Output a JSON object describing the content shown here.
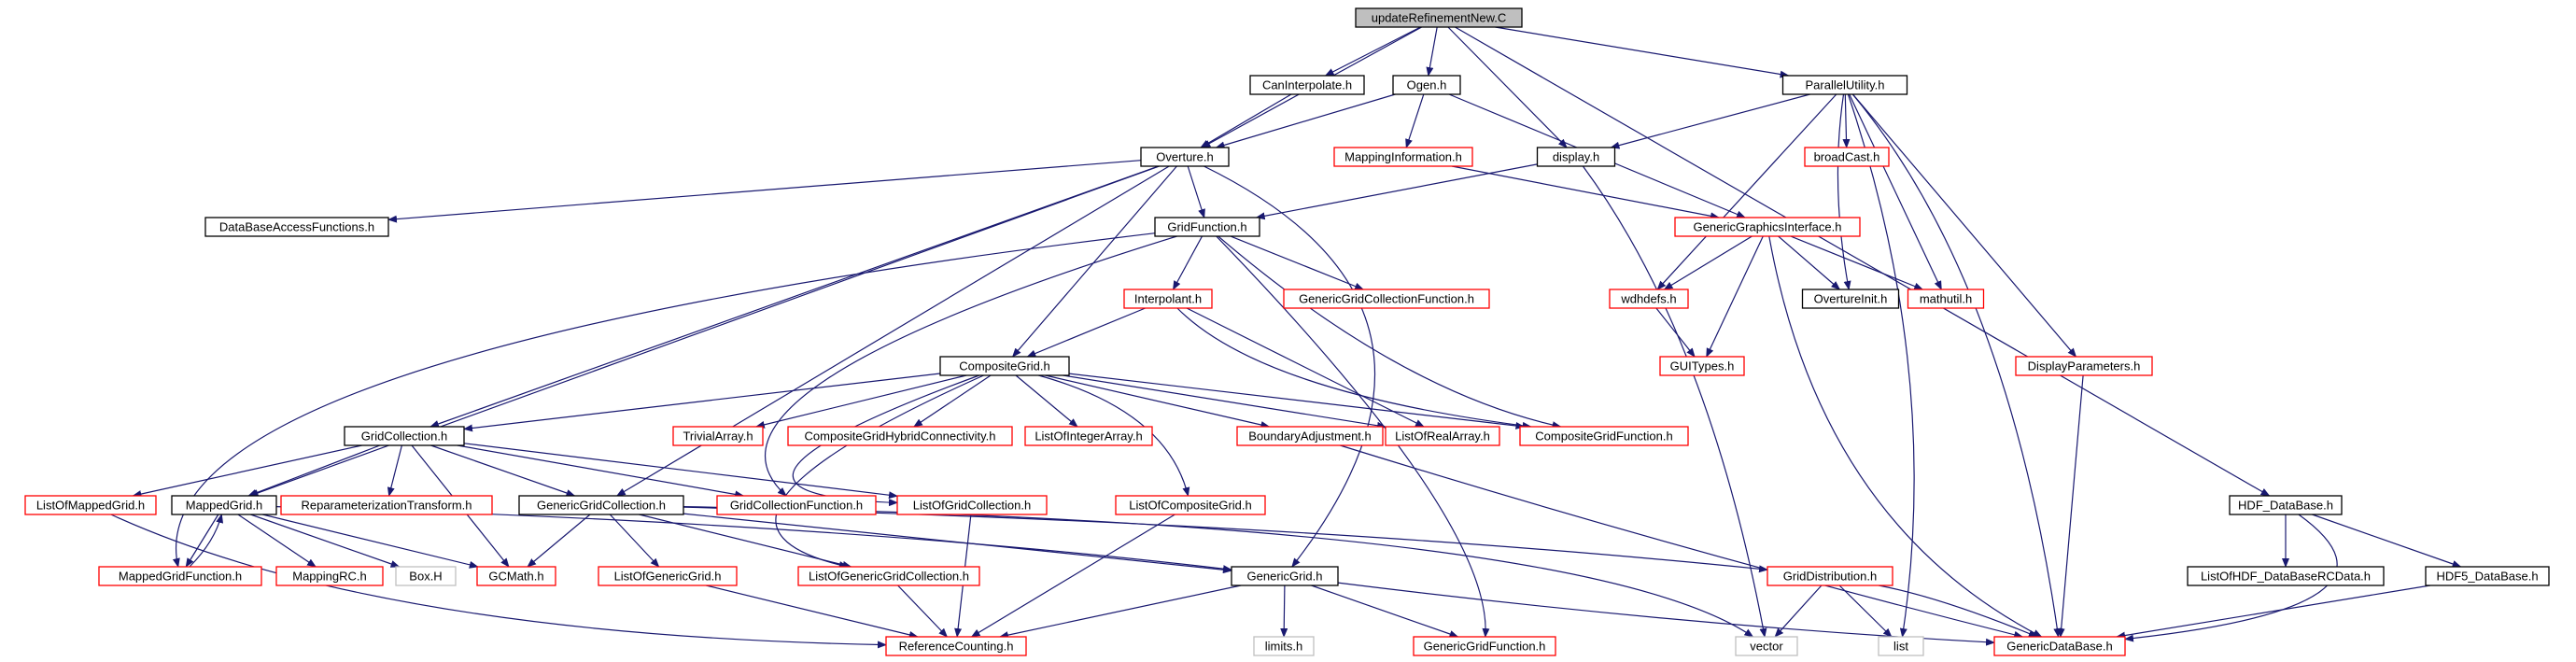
{
  "colors": {
    "edge": "#191970",
    "node_fill": "#ffffff",
    "root_fill": "#bfbfbf",
    "project_border": "#000000",
    "linked_border": "#ff0000",
    "external_border": "#bfbfbf",
    "text": "#000000"
  },
  "nodes": {
    "root": {
      "label": "updateRefinementNew.C",
      "kind": "root"
    },
    "canInterp": {
      "label": "CanInterpolate.h",
      "kind": "project"
    },
    "ogen": {
      "label": "Ogen.h",
      "kind": "project"
    },
    "parUtil": {
      "label": "ParallelUtility.h",
      "kind": "project"
    },
    "overture": {
      "label": "Overture.h",
      "kind": "project"
    },
    "mapInfo": {
      "label": "MappingInformation.h",
      "kind": "linked"
    },
    "display": {
      "label": "display.h",
      "kind": "project"
    },
    "broadCast": {
      "label": "broadCast.h",
      "kind": "linked"
    },
    "dbAccess": {
      "label": "DataBaseAccessFunctions.h",
      "kind": "project"
    },
    "gridFunc": {
      "label": "GridFunction.h",
      "kind": "project"
    },
    "gGraphics": {
      "label": "GenericGraphicsInterface.h",
      "kind": "linked"
    },
    "interpolant": {
      "label": "Interpolant.h",
      "kind": "linked"
    },
    "gGCF": {
      "label": "GenericGridCollectionFunction.h",
      "kind": "linked"
    },
    "wdhdefs": {
      "label": "wdhdefs.h",
      "kind": "linked"
    },
    "ovInit": {
      "label": "OvertureInit.h",
      "kind": "project"
    },
    "mathutil": {
      "label": "mathutil.h",
      "kind": "linked"
    },
    "compGrid": {
      "label": "CompositeGrid.h",
      "kind": "project"
    },
    "guiTypes": {
      "label": "GUITypes.h",
      "kind": "linked"
    },
    "dispParams": {
      "label": "DisplayParameters.h",
      "kind": "linked"
    },
    "gridColl": {
      "label": "GridCollection.h",
      "kind": "project"
    },
    "trivArray": {
      "label": "TrivialArray.h",
      "kind": "linked"
    },
    "cgHybrid": {
      "label": "CompositeGridHybridConnectivity.h",
      "kind": "linked"
    },
    "lIntArr": {
      "label": "ListOfIntegerArray.h",
      "kind": "linked"
    },
    "boundAdj": {
      "label": "BoundaryAdjustment.h",
      "kind": "linked"
    },
    "lRealArr": {
      "label": "ListOfRealArray.h",
      "kind": "linked"
    },
    "compGF": {
      "label": "CompositeGridFunction.h",
      "kind": "linked"
    },
    "lMapGrid": {
      "label": "ListOfMappedGrid.h",
      "kind": "linked"
    },
    "mapGrid": {
      "label": "MappedGrid.h",
      "kind": "project"
    },
    "reparam": {
      "label": "ReparameterizationTransform.h",
      "kind": "linked"
    },
    "gGridColl": {
      "label": "GenericGridCollection.h",
      "kind": "project"
    },
    "gridCollF": {
      "label": "GridCollectionFunction.h",
      "kind": "linked"
    },
    "lGridColl": {
      "label": "ListOfGridCollection.h",
      "kind": "linked"
    },
    "lCompGrid": {
      "label": "ListOfCompositeGrid.h",
      "kind": "linked"
    },
    "hdfDB": {
      "label": "HDF_DataBase.h",
      "kind": "project"
    },
    "mapGF": {
      "label": "MappedGridFunction.h",
      "kind": "linked"
    },
    "mapRC": {
      "label": "MappingRC.h",
      "kind": "linked"
    },
    "boxH": {
      "label": "Box.H",
      "kind": "external"
    },
    "gcMath": {
      "label": "GCMath.h",
      "kind": "linked"
    },
    "lGenGrid": {
      "label": "ListOfGenericGrid.h",
      "kind": "linked"
    },
    "lGGColl": {
      "label": "ListOfGenericGridCollection.h",
      "kind": "linked"
    },
    "genGrid": {
      "label": "GenericGrid.h",
      "kind": "project"
    },
    "gridDist": {
      "label": "GridDistribution.h",
      "kind": "linked"
    },
    "lHDF": {
      "label": "ListOfHDF_DataBaseRCData.h",
      "kind": "project"
    },
    "hdf5": {
      "label": "HDF5_DataBase.h",
      "kind": "project"
    },
    "refCount": {
      "label": "ReferenceCounting.h",
      "kind": "linked"
    },
    "limits": {
      "label": "limits.h",
      "kind": "external"
    },
    "genGF": {
      "label": "GenericGridFunction.h",
      "kind": "linked"
    },
    "vector": {
      "label": "vector",
      "kind": "external"
    },
    "list": {
      "label": "list",
      "kind": "external"
    },
    "genDB": {
      "label": "GenericDataBase.h",
      "kind": "linked"
    }
  },
  "edges": [
    [
      "root",
      "canInterp"
    ],
    [
      "root",
      "ogen"
    ],
    [
      "root",
      "parUtil"
    ],
    [
      "root",
      "overture"
    ],
    [
      "root",
      "display"
    ],
    [
      "root",
      "hdfDB"
    ],
    [
      "canInterp",
      "overture"
    ],
    [
      "ogen",
      "overture"
    ],
    [
      "ogen",
      "mapInfo"
    ],
    [
      "ogen",
      "gGraphics"
    ],
    [
      "parUtil",
      "display"
    ],
    [
      "parUtil",
      "broadCast"
    ],
    [
      "parUtil",
      "wdhdefs"
    ],
    [
      "parUtil",
      "ovInit"
    ],
    [
      "parUtil",
      "mathutil"
    ],
    [
      "parUtil",
      "dispParams"
    ],
    [
      "parUtil",
      "genDB"
    ],
    [
      "parUtil",
      "list"
    ],
    [
      "overture",
      "dbAccess"
    ],
    [
      "overture",
      "gridFunc"
    ],
    [
      "overture",
      "compGrid"
    ],
    [
      "overture",
      "gridColl"
    ],
    [
      "overture",
      "mapGrid"
    ],
    [
      "overture",
      "gGridColl"
    ],
    [
      "overture",
      "genGrid"
    ],
    [
      "display",
      "gridFunc"
    ],
    [
      "display",
      "vector"
    ],
    [
      "mapInfo",
      "gGraphics"
    ],
    [
      "gridFunc",
      "interpolant"
    ],
    [
      "gridFunc",
      "gGCF"
    ],
    [
      "gridFunc",
      "compGF"
    ],
    [
      "gridFunc",
      "gridCollF"
    ],
    [
      "gridFunc",
      "mapGF"
    ],
    [
      "gridFunc",
      "genGF"
    ],
    [
      "gGraphics",
      "wdhdefs"
    ],
    [
      "gGraphics",
      "ovInit"
    ],
    [
      "gGraphics",
      "mathutil"
    ],
    [
      "gGraphics",
      "guiTypes"
    ],
    [
      "gGraphics",
      "genDB"
    ],
    [
      "wdhdefs",
      "guiTypes"
    ],
    [
      "interpolant",
      "compGrid"
    ],
    [
      "interpolant",
      "lRealArr"
    ],
    [
      "interpolant",
      "compGF"
    ],
    [
      "compGrid",
      "gridColl"
    ],
    [
      "compGrid",
      "trivArray"
    ],
    [
      "compGrid",
      "cgHybrid"
    ],
    [
      "compGrid",
      "lIntArr"
    ],
    [
      "compGrid",
      "boundAdj"
    ],
    [
      "compGrid",
      "lRealArr"
    ],
    [
      "compGrid",
      "compGF"
    ],
    [
      "compGrid",
      "lCompGrid"
    ],
    [
      "compGrid",
      "lGridColl"
    ],
    [
      "compGrid",
      "lGGColl"
    ],
    [
      "dispParams",
      "genDB"
    ],
    [
      "gridColl",
      "lMapGrid"
    ],
    [
      "gridColl",
      "mapGrid"
    ],
    [
      "gridColl",
      "reparam"
    ],
    [
      "gridColl",
      "gGridColl"
    ],
    [
      "gridColl",
      "gridCollF"
    ],
    [
      "gridColl",
      "lGridColl"
    ],
    [
      "gridColl",
      "gcMath"
    ],
    [
      "boundAdj",
      "genDB"
    ],
    [
      "lMapGrid",
      "refCount"
    ],
    [
      "mapGrid",
      "mapGF"
    ],
    [
      "mapGrid",
      "mapRC"
    ],
    [
      "mapGrid",
      "boxH"
    ],
    [
      "mapGrid",
      "gcMath"
    ],
    [
      "mapGrid",
      "genGrid"
    ],
    [
      "mapGF",
      "mapGrid"
    ],
    [
      "gGridColl",
      "gcMath"
    ],
    [
      "gGridColl",
      "lGenGrid"
    ],
    [
      "gGridColl",
      "lGGColl"
    ],
    [
      "gGridColl",
      "genGrid"
    ],
    [
      "gGridColl",
      "gridDist"
    ],
    [
      "gGridColl",
      "vector"
    ],
    [
      "lGridColl",
      "refCount"
    ],
    [
      "lCompGrid",
      "refCount"
    ],
    [
      "lGenGrid",
      "refCount"
    ],
    [
      "lGGColl",
      "refCount"
    ],
    [
      "genGrid",
      "refCount"
    ],
    [
      "genGrid",
      "limits"
    ],
    [
      "genGrid",
      "genGF"
    ],
    [
      "genGrid",
      "genDB"
    ],
    [
      "gridDist",
      "vector"
    ],
    [
      "gridDist",
      "list"
    ],
    [
      "gridDist",
      "genDB"
    ],
    [
      "hdfDB",
      "lHDF"
    ],
    [
      "hdfDB",
      "hdf5"
    ],
    [
      "hdfDB",
      "genDB"
    ],
    [
      "hdf5",
      "genDB"
    ]
  ]
}
